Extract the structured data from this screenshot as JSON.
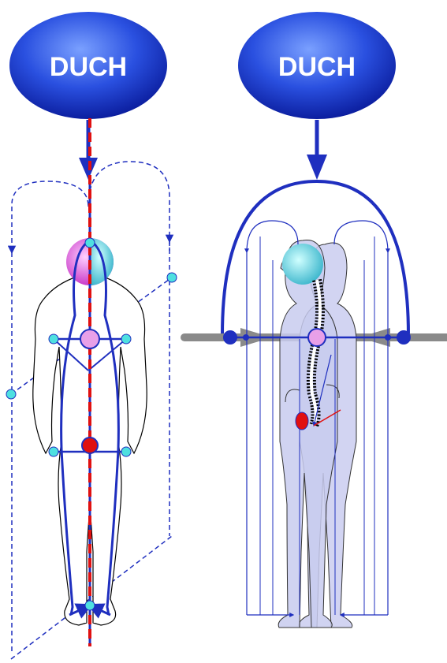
{
  "figures": [
    {
      "id": "left",
      "label": "DUCH"
    },
    {
      "id": "right",
      "label": "DUCH"
    }
  ],
  "colors": {
    "spirit_blue": "#2d4fd6",
    "flow_blue": "#1f2fbf",
    "energy_red": "#e01010",
    "node_cyan": "#4ee0e0",
    "head_magenta": "#e060e0",
    "body_fill": "#d2d4f2",
    "grey_axis": "#8a8a8a"
  }
}
